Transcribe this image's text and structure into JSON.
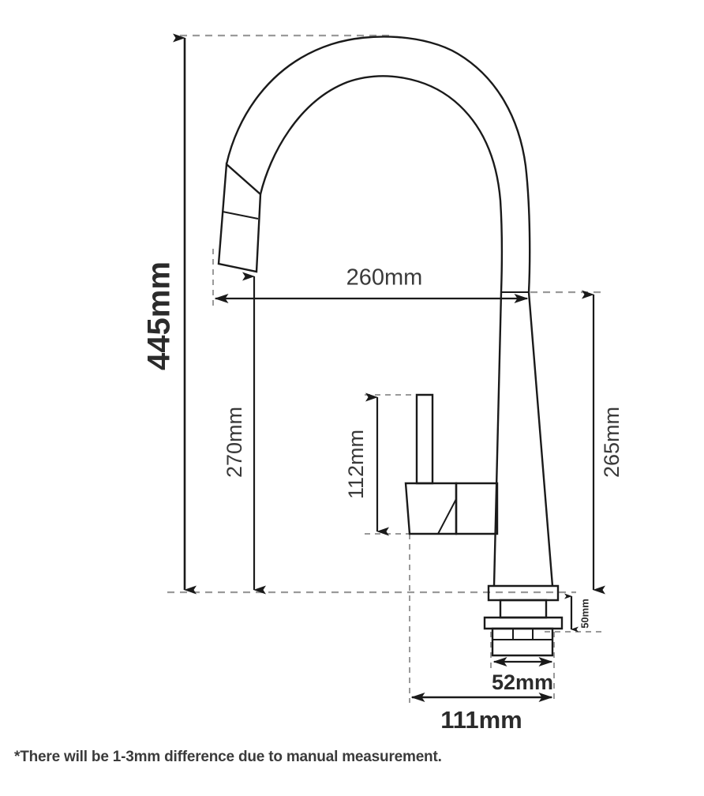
{
  "document": {
    "type": "technical-dimension-drawing",
    "subject": "pull-down kitchen faucet",
    "units": "mm",
    "footnote": "*There will be 1-3mm difference due to manual measurement."
  },
  "colors": {
    "outline": "#1a1a1a",
    "reference_line": "#9a9a9a",
    "dimension_line": "#1a1a1a",
    "text": "#2b2b2b",
    "background": "#ffffff"
  },
  "dimensions": {
    "overall_height": {
      "label": "445mm",
      "value": 445,
      "unit": "mm",
      "orientation": "vertical",
      "arrow": "double",
      "position": "far-left"
    },
    "spout_height": {
      "label": "270mm",
      "value": 270,
      "unit": "mm",
      "orientation": "vertical",
      "arrow": "double",
      "position": "left-inner"
    },
    "spout_reach": {
      "label": "260mm",
      "value": 260,
      "unit": "mm",
      "orientation": "horizontal",
      "arrow": "double",
      "position": "upper-middle"
    },
    "body_height": {
      "label": "265mm",
      "value": 265,
      "unit": "mm",
      "orientation": "vertical",
      "arrow": "double",
      "position": "right"
    },
    "handle_height": {
      "label": "112mm",
      "value": 112,
      "unit": "mm",
      "orientation": "vertical",
      "arrow": "double",
      "position": "center"
    },
    "shank_diameter": {
      "label": "52mm",
      "value": 52,
      "unit": "mm",
      "orientation": "horizontal",
      "arrow": "double",
      "position": "bottom-right"
    },
    "base_offset": {
      "label": "111mm",
      "value": 111,
      "unit": "mm",
      "orientation": "horizontal",
      "arrow": "double",
      "position": "bottom"
    },
    "mount_depth": {
      "label": "50mm",
      "value": 50,
      "unit": "mm",
      "orientation": "vertical",
      "arrow": "double",
      "position": "bottom-right-small"
    }
  }
}
